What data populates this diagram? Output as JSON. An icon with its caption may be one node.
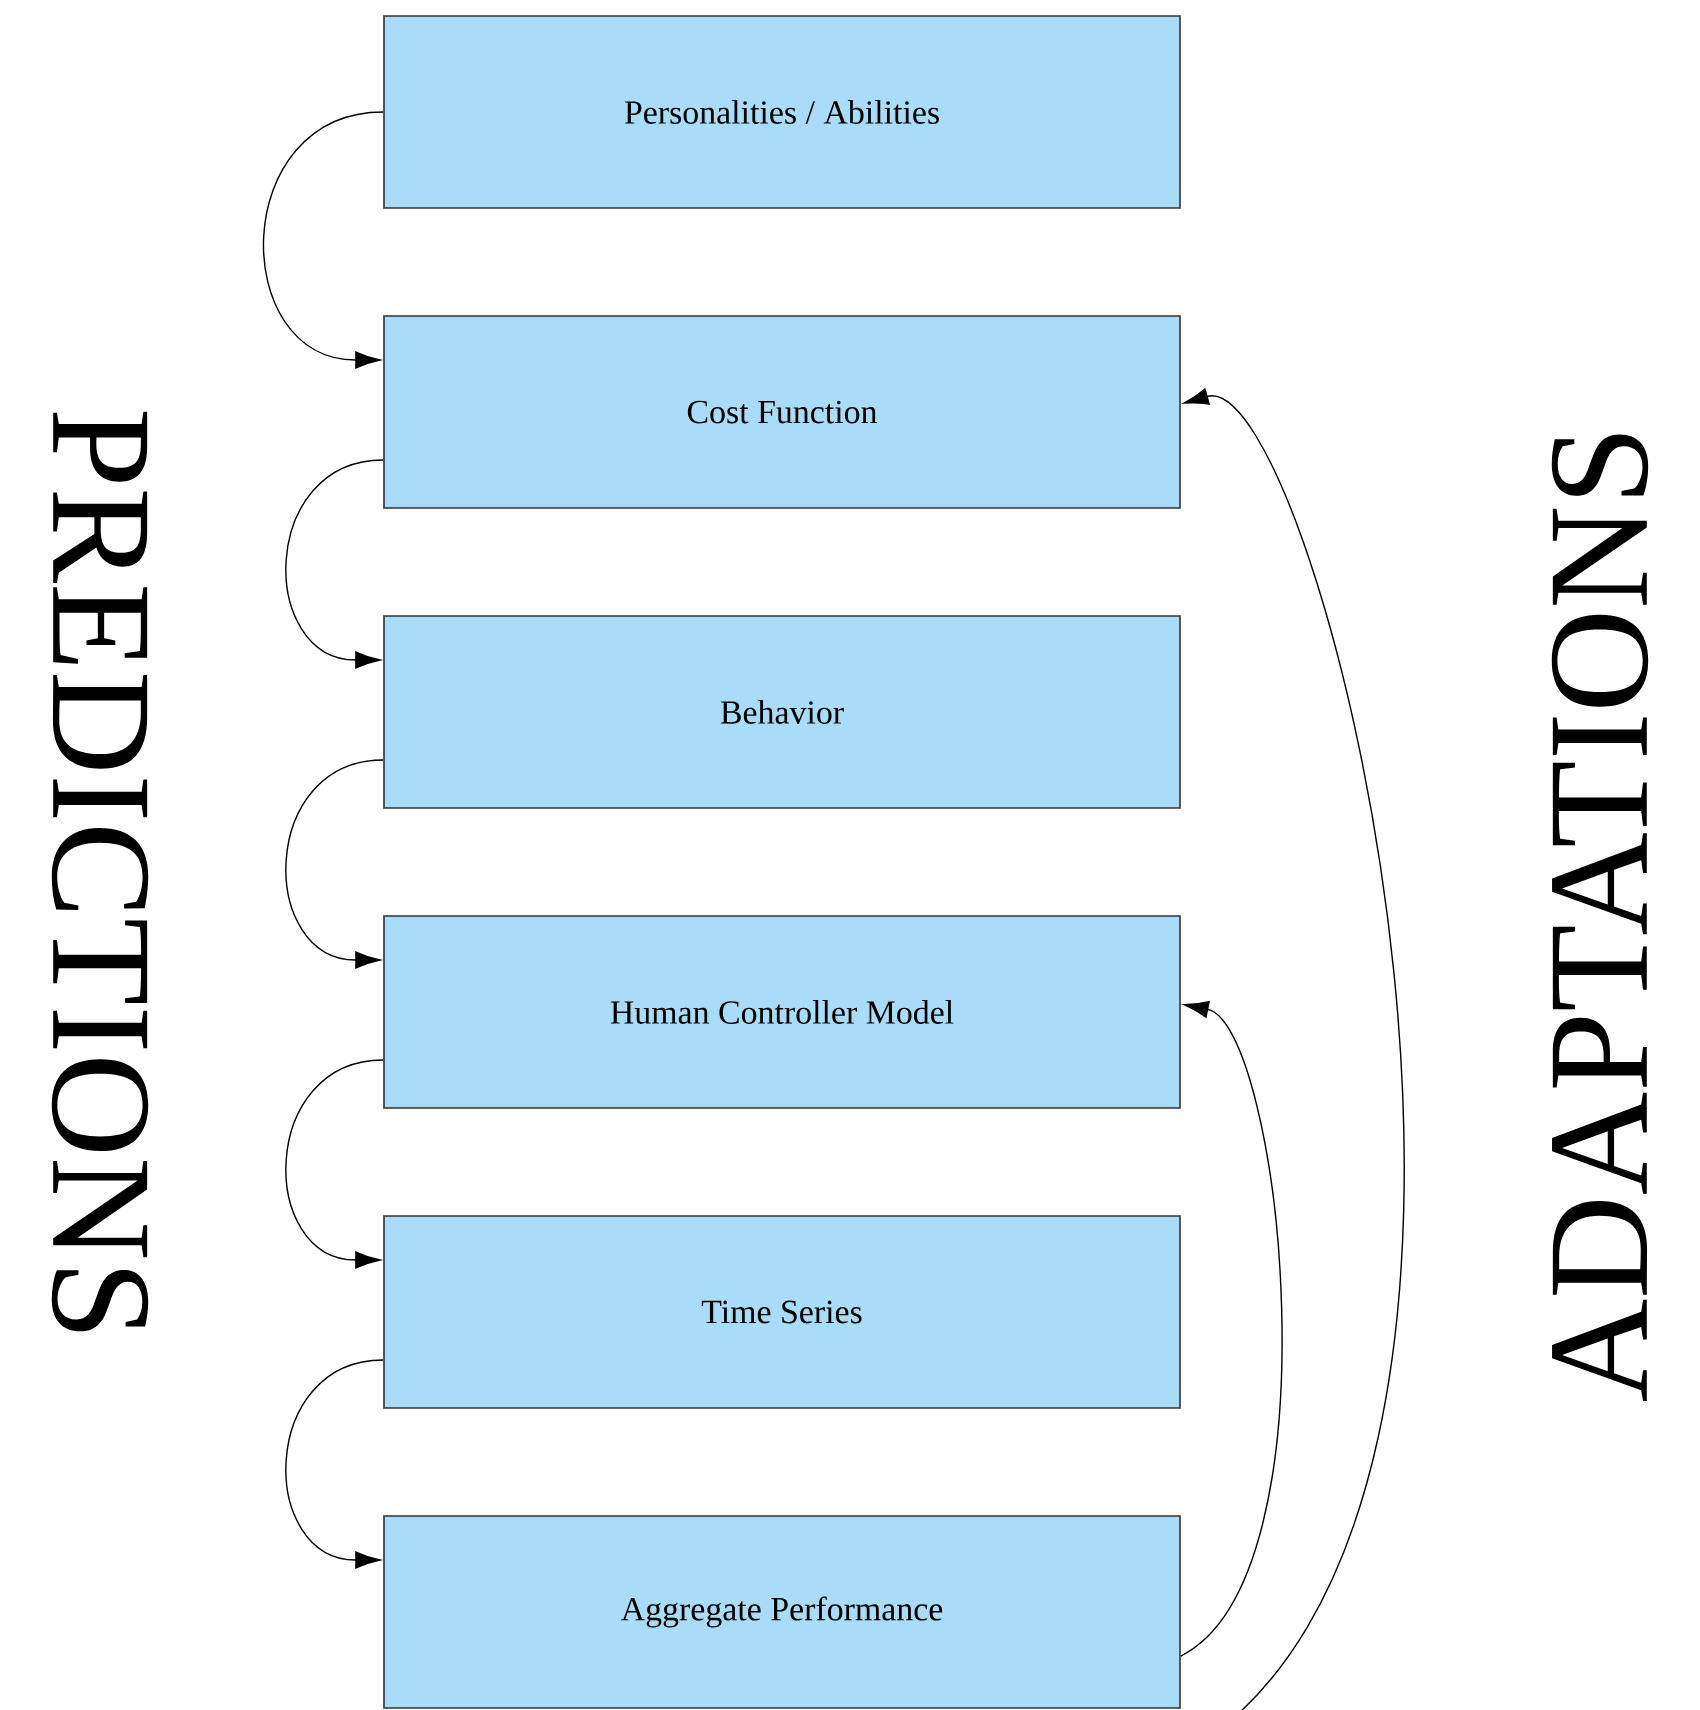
{
  "diagram": {
    "nodes": [
      {
        "text": [
          "Personalities / Abilities"
        ]
      },
      {
        "text": [
          "Cost Function"
        ]
      },
      {
        "text": [
          "Behavior"
        ]
      },
      {
        "text": [
          "Human Controller Model"
        ]
      },
      {
        "text": [
          "Time Series"
        ]
      },
      {
        "text": [
          "Aggregate Performance"
        ]
      }
    ],
    "edges": [
      {
        "from": 0,
        "to": 1,
        "arrow": "to"
      },
      {
        "from": 1,
        "to": 2,
        "arrow": "to"
      },
      {
        "from": 2,
        "to": 3,
        "arrow": "to"
      },
      {
        "from": 3,
        "to": 4,
        "arrow": "to"
      },
      {
        "from": 4,
        "to": 5,
        "arrow": "to"
      },
      {
        "from": 5,
        "to": 3,
        "arrow": "to"
      },
      {
        "from": 5,
        "to": 1,
        "arrow": "to"
      }
    ],
    "labels": [
      "PREDICTIONS",
      "ADAPTATIONS"
    ]
  }
}
